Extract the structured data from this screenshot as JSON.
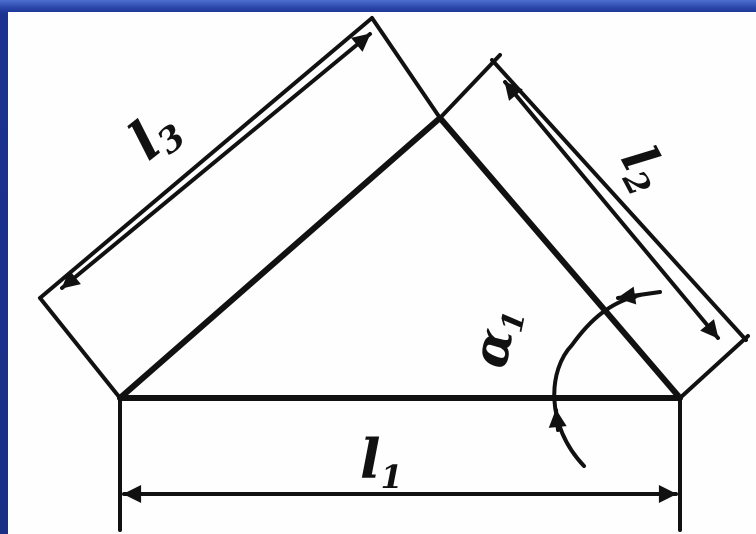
{
  "labels": {
    "l1": "l",
    "l1_sub": "1",
    "l2": "l",
    "l2_sub": "2",
    "l3": "l",
    "l3_sub": "3",
    "alpha": "α",
    "alpha_sub": "1"
  },
  "colors": {
    "frame": "#1a2f86",
    "panel": "#fefefe",
    "ink": "#111111"
  }
}
